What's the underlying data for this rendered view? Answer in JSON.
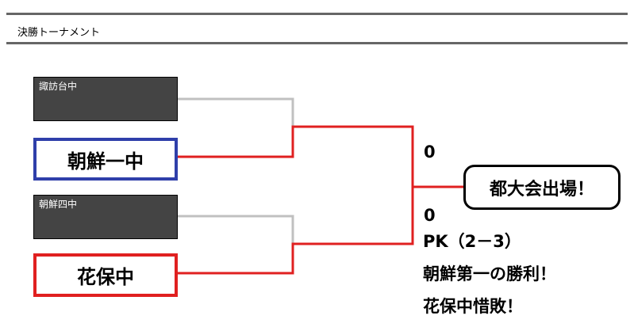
{
  "header": {
    "title": "決勝トーナメント"
  },
  "teams": [
    {
      "name": "諏訪台中"
    },
    {
      "name": "朝鮮一中"
    },
    {
      "name": "朝鮮四中"
    },
    {
      "name": "花保中"
    }
  ],
  "final": {
    "score_top": "0",
    "score_bottom": "0",
    "pk": "PK（2－3）",
    "result_line1": "朝鮮第一の勝利！",
    "result_line2": "花保中惜敗！",
    "winner_label": "都大会出場！"
  },
  "colors": {
    "winner_line": "#e02020",
    "loser_line": "#c0c0c0",
    "blue_border": "#2f3faa",
    "red_border": "#e02020",
    "dark_box": "#444444"
  }
}
